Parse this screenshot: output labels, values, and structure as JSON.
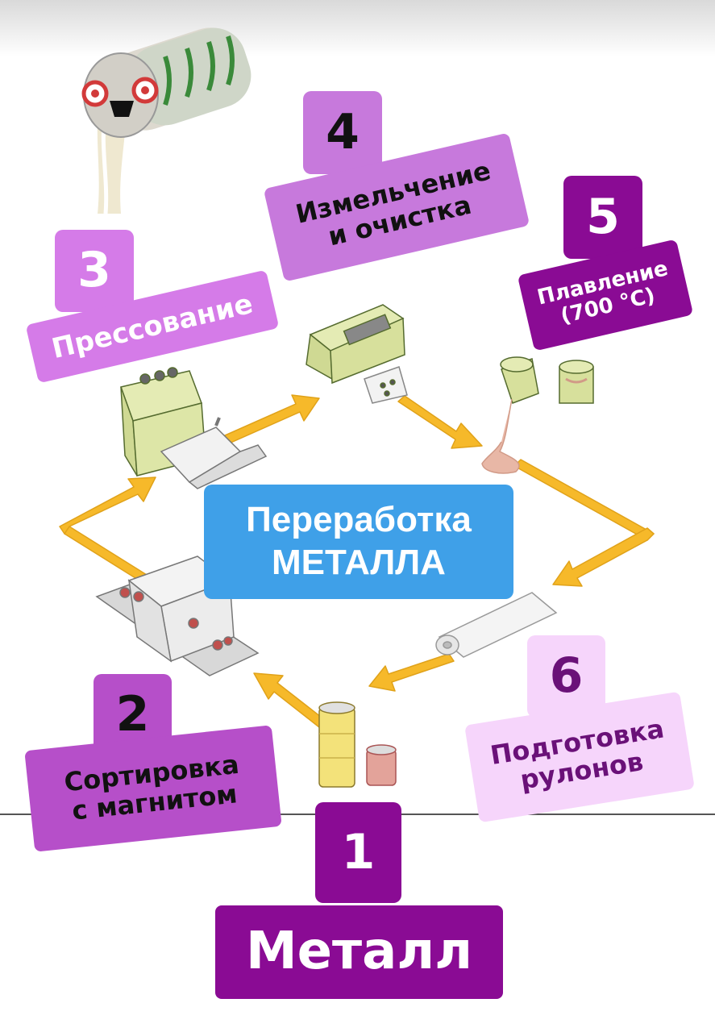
{
  "center": {
    "line1": "Переработка",
    "line2": "МЕТАЛЛА"
  },
  "steps": [
    {
      "num": "1",
      "label": "Металл"
    },
    {
      "num": "2",
      "line1": "Сортировка",
      "line2": "с магнитом"
    },
    {
      "num": "3",
      "label": "Прессование"
    },
    {
      "num": "4",
      "line1": "Измельчение",
      "line2": "и очистка"
    },
    {
      "num": "5",
      "line1": "Плавление",
      "line2": "(700 °C)"
    },
    {
      "num": "6",
      "line1": "Подготовка",
      "line2": "рулонов"
    }
  ],
  "colors": {
    "arrow": "#f6b92a",
    "center_box": "#3fa0e8",
    "purple_dark": "#8a0b94",
    "purple_light": "#d57be8",
    "purple_pale": "#f6d5fb"
  }
}
